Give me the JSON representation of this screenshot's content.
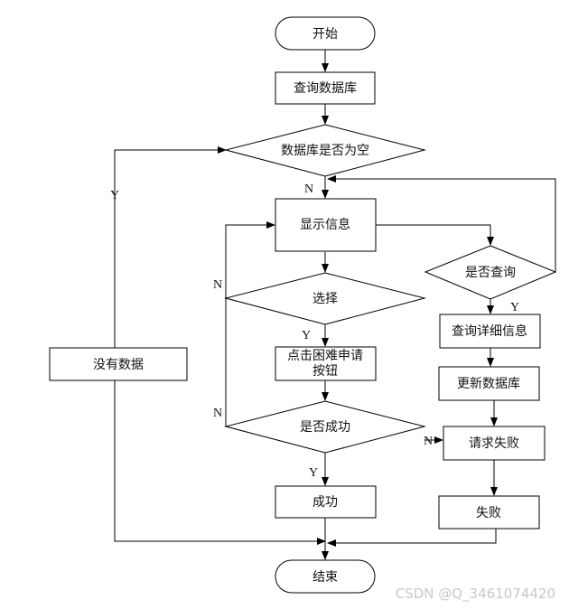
{
  "flowchart": {
    "nodes": {
      "start": "开始",
      "query_db": "查询数据库",
      "db_empty": "数据库是否为空",
      "show_info": "显示信息",
      "select": "选择",
      "click_apply_line1": "点击困难申请",
      "click_apply_line2": "按钮",
      "is_success": "是否成功",
      "success": "成功",
      "end": "结束",
      "no_data": "没有数据",
      "is_query": "是否查询",
      "query_detail": "查询详细信息",
      "update_db": "更新数据库",
      "request_fail": "请求失败",
      "fail": "失败"
    },
    "edge_labels": {
      "db_empty_yes": "Y",
      "db_empty_no": "N",
      "select_no": "N",
      "select_yes": "Y",
      "success_no_left": "N",
      "success_yes": "Y",
      "success_no_right": "N",
      "is_query_yes": "Y"
    }
  },
  "watermark": "CSDN @Q_3461074420"
}
